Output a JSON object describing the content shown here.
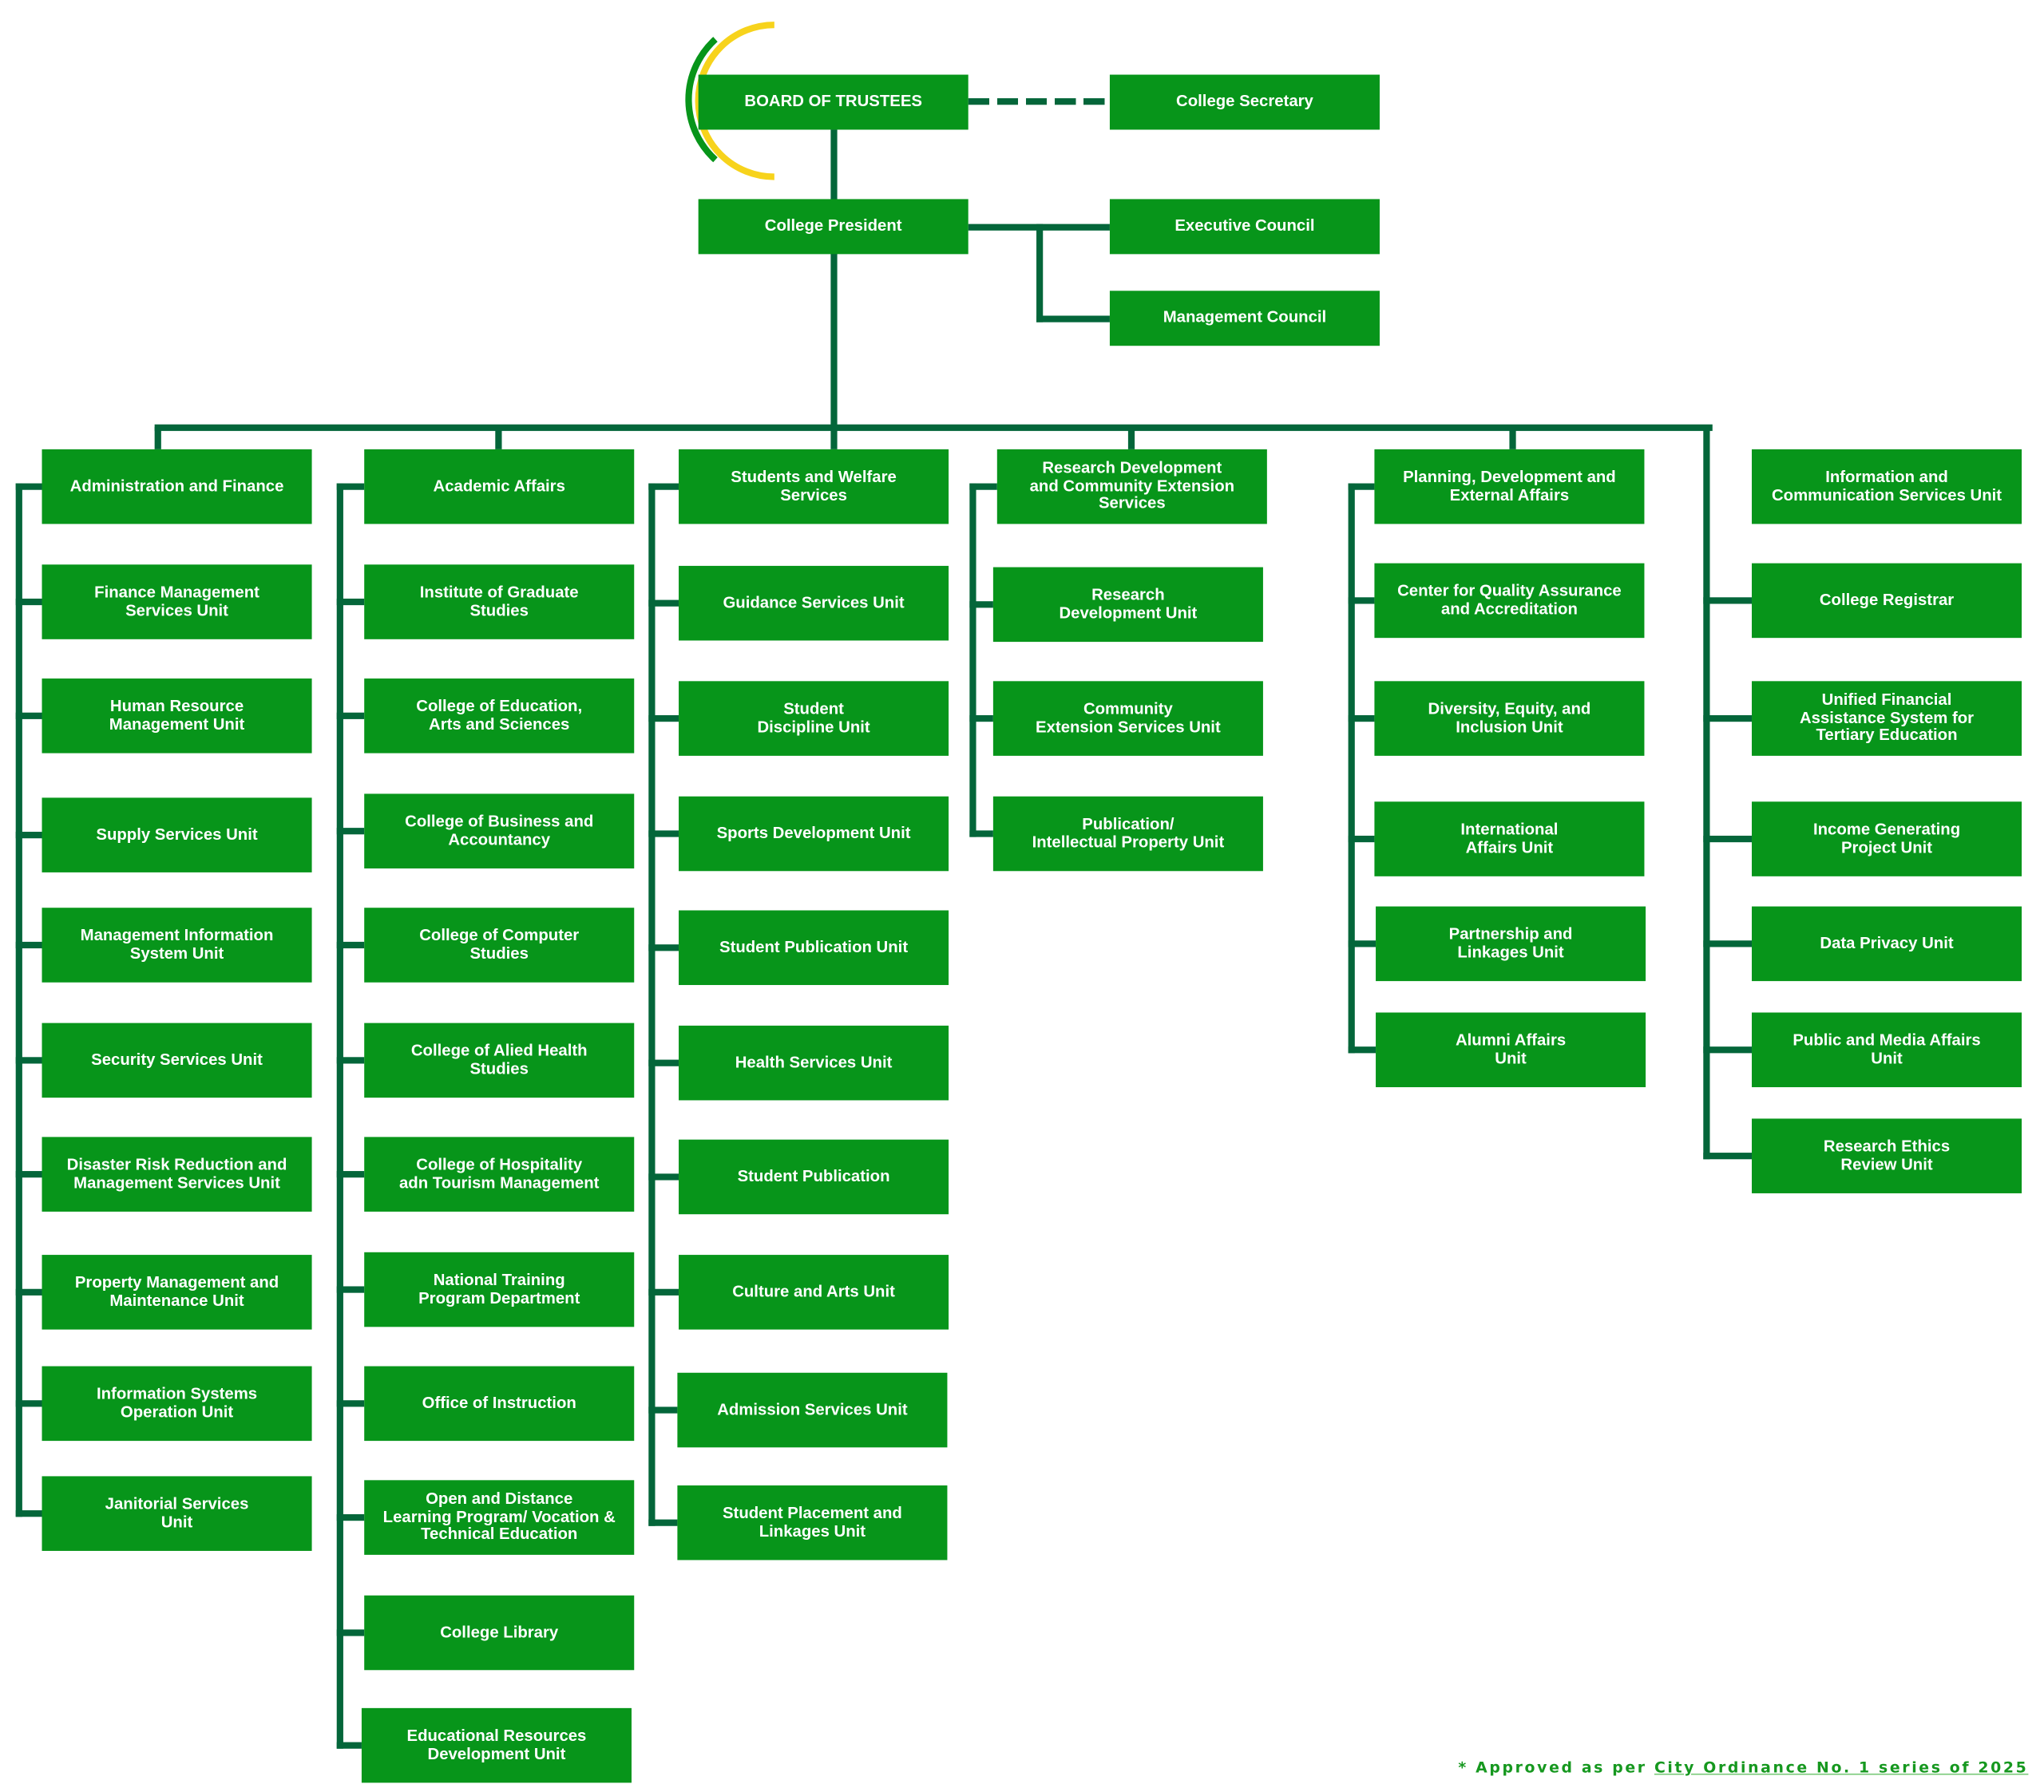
{
  "colors": {
    "box": "#07951a",
    "line": "#04663a",
    "arc_yellow": "#f7d31c",
    "arc_green": "#07951a"
  },
  "top": {
    "board": "BOARD OF TRUSTEES",
    "secretary": "College Secretary",
    "president": "College President",
    "executive_council": "Executive Council",
    "management_council": "Management Council"
  },
  "columns": [
    {
      "header": "Administration and Finance",
      "items": [
        "Finance Management\nServices Unit",
        "Human Resource\nManagement Unit",
        "Supply Services Unit",
        "Management Information\nSystem Unit",
        "Security Services Unit",
        "Disaster Risk Reduction and\nManagement Services Unit",
        "Property Management and\nMaintenance Unit",
        "Information Systems\nOperation  Unit",
        "Janitorial Services\nUnit"
      ]
    },
    {
      "header": "Academic Affairs",
      "items": [
        "Institute of Graduate\nStudies",
        "College of Education,\nArts and Sciences",
        "College of Business and\nAccountancy",
        "College of Computer\nStudies",
        "College of Alied Health\nStudies",
        "College of Hospitality\nadn Tourism Management",
        "National Training\nProgram Department",
        "Office of  Instruction",
        "Open and Distance\nLearning Program/ Vocation &\nTechnical Education",
        "College Library",
        "Educational Resources\nDevelopment Unit"
      ]
    },
    {
      "header": "Students and Welfare\nServices",
      "items": [
        "Guidance Services Unit",
        "Student\nDiscipline Unit",
        "Sports Development Unit",
        "Student Publication Unit",
        "Health Services Unit",
        "Student Publication",
        "Culture and Arts Unit",
        "Admission Services Unit",
        "Student Placement and\nLinkages Unit"
      ]
    },
    {
      "header": "Research Development\nand Community Extension\nServices",
      "items": [
        "Research\nDevelopment Unit",
        "Community\nExtension Services Unit",
        "Publication/\nIntellectual Property Unit"
      ]
    },
    {
      "header": "Planning, Development and\nExternal Affairs",
      "items": [
        "Center for Quality Assurance\nand Accreditation",
        "Diversity, Equity, and\nInclusion Unit",
        "International\nAffairs Unit",
        "Partnership and\nLinkages Unit",
        "Alumni Affairs\nUnit"
      ]
    },
    {
      "header": "Information and\nCommunication Services Unit",
      "items": [
        "College Registrar",
        "Unified Financial\nAssistance System for\nTertiary Education",
        "Income Generating\nProject Unit",
        "Data Privacy Unit",
        "Public and Media Affairs\nUnit",
        "Research Ethics\nReview Unit"
      ]
    }
  ],
  "footnote": {
    "prefix": "* Approved as per ",
    "link": "City Ordinance No. 1 series of 2025"
  }
}
